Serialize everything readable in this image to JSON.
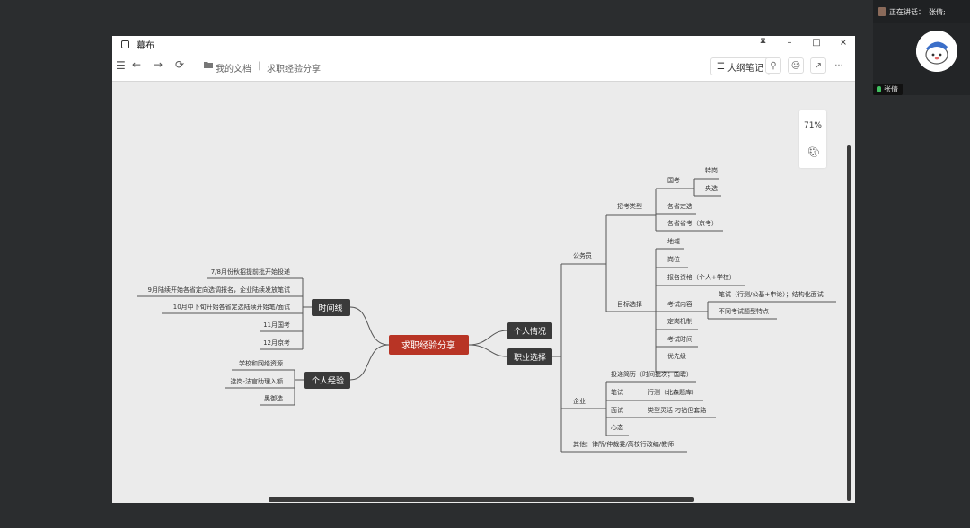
{
  "meeting": {
    "speaking_label": "正在讲话：",
    "speaking_name": "张倩;",
    "participant_name": "张倩"
  },
  "window": {
    "title": "幕布",
    "pin_icon": "pin-icon",
    "minimize": "–",
    "maximize": "□",
    "close": "×"
  },
  "toolbar": {
    "menu_icon": "☰",
    "back_icon": "←",
    "forward_icon": "→",
    "refresh_icon": "⟳",
    "breadcrumb_root": "我的文档",
    "breadcrumb_sep": "|",
    "breadcrumb_doc": "求职经验分享",
    "outline_label": "大纲笔记",
    "more_label": "···"
  },
  "zoom": {
    "value": "71%"
  },
  "mindmap": {
    "root": "求职经验分享",
    "left": {
      "timeline": {
        "label": "时间线",
        "items": [
          "7/8月份秋招提前批开始投递",
          "9月陆续开始各省定向选调报名，企业陆续发放笔试",
          "10月中下旬开始各省定选陆续开始笔/面试",
          "11月国考",
          "12月京考"
        ]
      },
      "experience": {
        "label": "个人经验",
        "items": [
          "学校和网络资源",
          "选岗-法官助理入额",
          "黑御选"
        ]
      }
    },
    "right": {
      "personal": {
        "label": "个人情况"
      },
      "career": {
        "label": "职业选择",
        "civil": {
          "label": "公务员",
          "exam_types": {
            "label": "招考类型",
            "national": {
              "label": "国考",
              "items": [
                "特岗",
                "央选"
              ]
            },
            "items": [
              "各省定选",
              "各省省考（京考）"
            ]
          },
          "selection": {
            "label": "目标选择",
            "items": [
              "地域",
              "岗位",
              "报名资格（个人+学校）"
            ],
            "exam_content": {
              "label": "考试内容",
              "items": [
                "笔试（行测/公基+申论）；结构化面试",
                "不同考试题型特点"
              ]
            },
            "items2": [
              "定岗机制",
              "考试时间",
              "优先级"
            ]
          }
        },
        "company": {
          "label": "企业",
          "items": [
            "投递简历（时间批次；国聘）"
          ],
          "written": {
            "label": "笔试",
            "detail": "行测（北森题库）"
          },
          "interview": {
            "label": "面试",
            "detail": "类型灵活 刁钻但套路"
          },
          "mind": "心态"
        },
        "other": "其他：律所/仲裁委/高校行政编/教师"
      }
    }
  },
  "colors": {
    "root_bg": "#b83425",
    "node_bg": "#3a3a3a",
    "line": "#555555",
    "canvas": "#ebebeb"
  }
}
